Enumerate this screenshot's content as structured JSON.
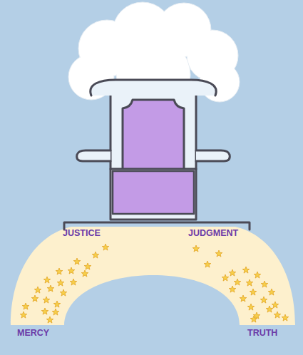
{
  "diagram": {
    "labels": [
      "JUSTICE",
      "JUDGMENT",
      "MERCY",
      "TRUTH"
    ]
  }
}
